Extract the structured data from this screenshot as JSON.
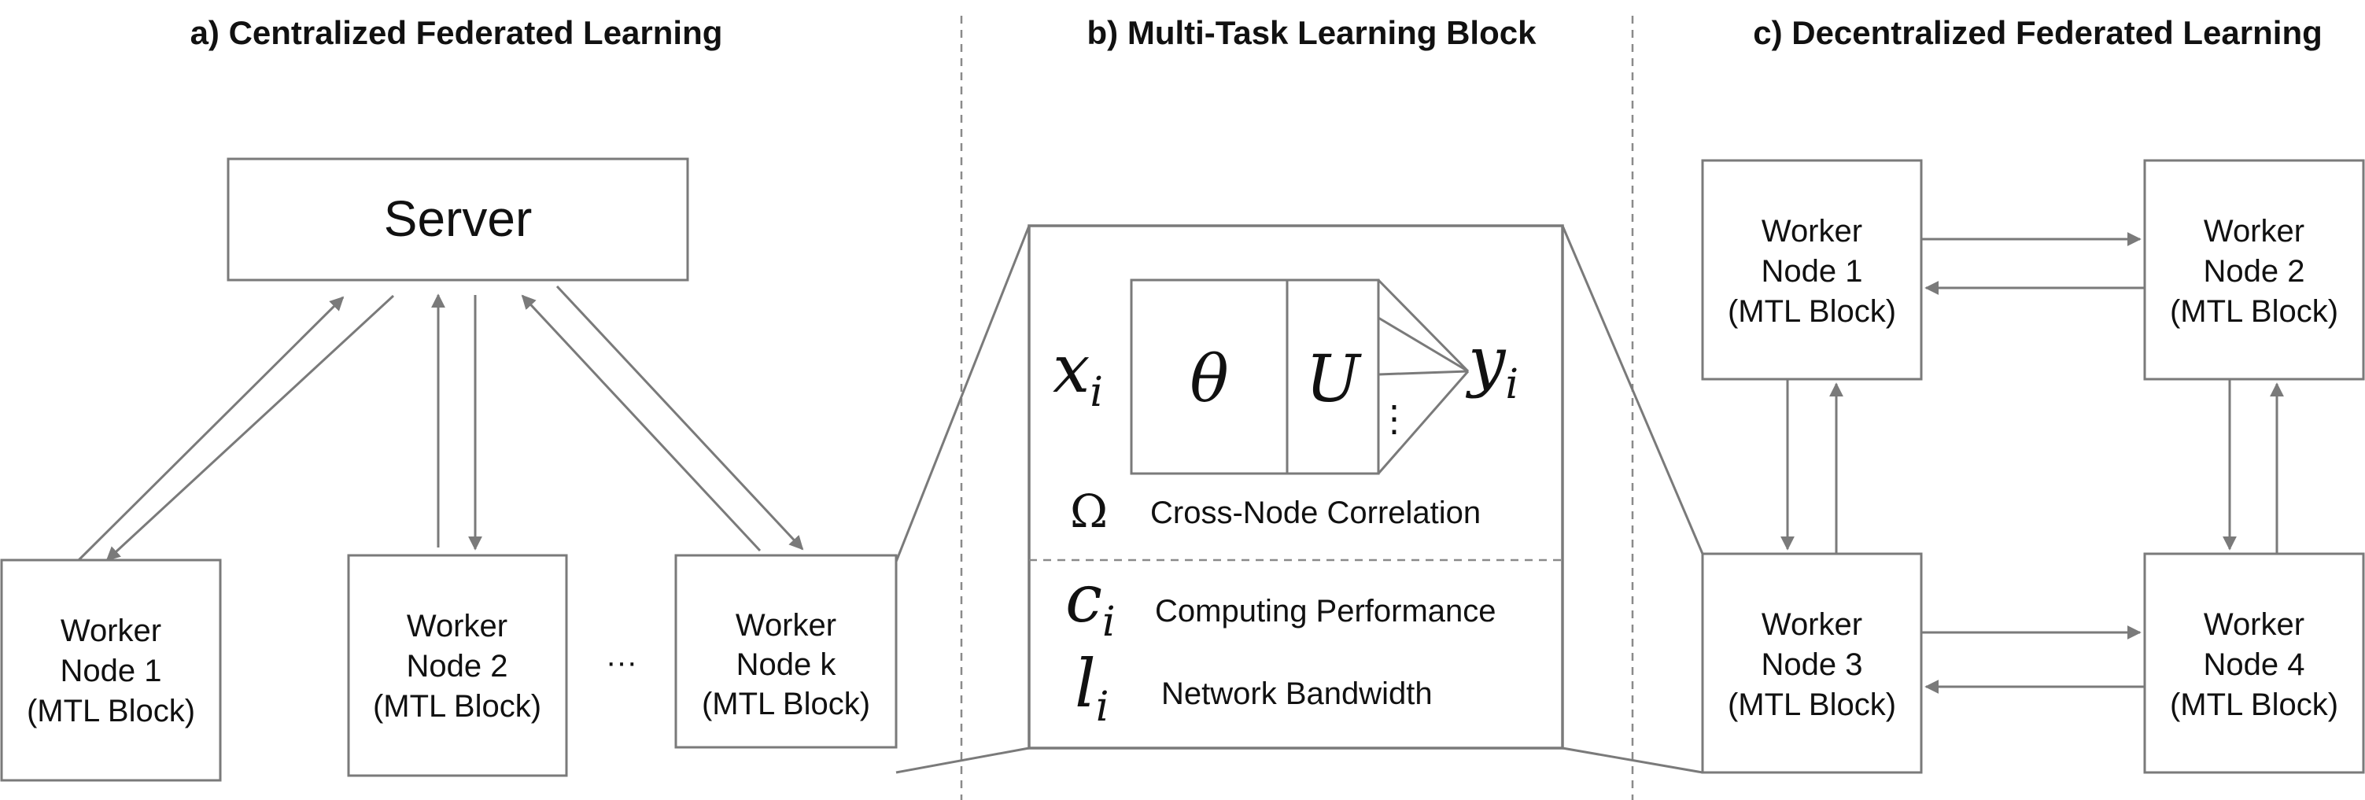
{
  "titles": {
    "a": "a) Centralized Federated Learning",
    "b": "b) Multi-Task Learning Block",
    "c": "c) Decentralized Federated Learning"
  },
  "centralized": {
    "server": "Server",
    "nodes": [
      [
        "Worker",
        "Node 1",
        "(MTL Block)"
      ],
      [
        "Worker",
        "Node 2",
        "(MTL Block)"
      ],
      [
        "Worker",
        "Node k",
        "(MTL Block)"
      ]
    ],
    "ellipsis": "···"
  },
  "mtl": {
    "input": "x",
    "input_sub": "i",
    "theta": "θ",
    "u": "U",
    "output": "y",
    "output_sub": "i",
    "vdots": "⋮",
    "omega_symbol": "Ω",
    "omega_label": "Cross-Node Correlation",
    "c_symbol": "c",
    "c_sub": "i",
    "c_label": "Computing Performance",
    "l_symbol": "l",
    "l_sub": "i",
    "l_label": "Network Bandwidth"
  },
  "decentralized": {
    "nodes": [
      [
        "Worker",
        "Node 1",
        "(MTL Block)"
      ],
      [
        "Worker",
        "Node 2",
        "(MTL Block)"
      ],
      [
        "Worker",
        "Node 3",
        "(MTL Block)"
      ],
      [
        "Worker",
        "Node 4",
        "(MTL Block)"
      ]
    ]
  },
  "colors": {
    "line": "#7a7a7a",
    "text": "#111111",
    "background": "#ffffff"
  }
}
